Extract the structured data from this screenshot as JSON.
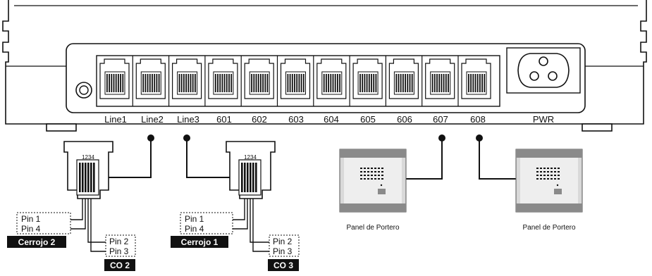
{
  "ports": [
    "Line1",
    "Line2",
    "Line3",
    "601",
    "602",
    "603",
    "604",
    "605",
    "606",
    "607",
    "608"
  ],
  "power_label": "PWR",
  "connector_pins": "1234",
  "lock1": {
    "pin_a": "Pin 1",
    "pin_b": "Pin 4",
    "label": "Cerrojo 2"
  },
  "co1": {
    "pin_a": "Pin 2",
    "pin_b": "Pin 3",
    "label": "CO 2"
  },
  "lock2": {
    "pin_a": "Pin 1",
    "pin_b": "Pin 4",
    "label": "Cerrojo 1"
  },
  "co2": {
    "pin_a": "Pin 2",
    "pin_b": "Pin 3",
    "label": "CO 3"
  },
  "panel_label_1": "Panel de Portero",
  "panel_label_2": "Panel de Portero",
  "colors": {
    "stroke": "#111111",
    "panel_dark": "#8a8a8a",
    "panel_mid": "#d9d9d9",
    "panel_light": "#eeeeee"
  }
}
